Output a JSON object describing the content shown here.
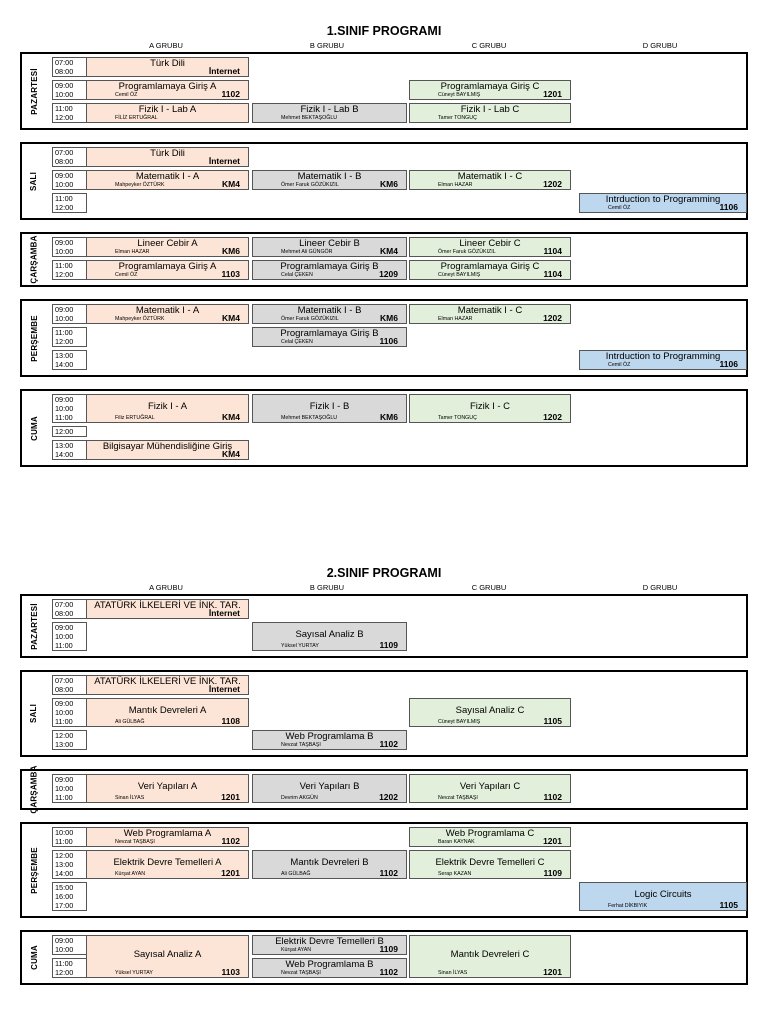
{
  "programs": [
    {
      "title": "1.SINIF PROGRAMI",
      "groups": [
        "A GRUBU",
        "B GRUBU",
        "C GRUBU",
        "D GRUBU"
      ],
      "days": [
        {
          "name": "PAZARTESİ",
          "slots": [
            [
              "07:00",
              "08:00"
            ],
            [
              "09:00",
              "10:00"
            ],
            [
              "11:00",
              "12:00"
            ]
          ],
          "courses": [
            {
              "group": 0,
              "start": 0,
              "span": 1,
              "name": "Türk Dili",
              "instructor": "",
              "room": "İnternet"
            },
            {
              "group": 0,
              "start": 1,
              "span": 1,
              "name": "Programlamaya Giriş A",
              "instructor": "Cemil ÖZ",
              "room": "1102"
            },
            {
              "group": 0,
              "start": 2,
              "span": 1,
              "name": "Fizik I - Lab A",
              "instructor": "FİLİZ ERTUĞRAL",
              "room": ""
            },
            {
              "group": 1,
              "start": 2,
              "span": 1,
              "name": "Fizik I - Lab B",
              "instructor": "Mehmet BEKTAŞOĞLU",
              "room": ""
            },
            {
              "group": 2,
              "start": 1,
              "span": 1,
              "name": "Programlamaya Giriş C",
              "instructor": "Cüneyt BAYILMIŞ",
              "room": "1201"
            },
            {
              "group": 2,
              "start": 2,
              "span": 1,
              "name": "Fizik I - Lab C",
              "instructor": "Tamer TONGUÇ",
              "room": ""
            }
          ]
        },
        {
          "name": "SALI",
          "slots": [
            [
              "07:00",
              "08:00"
            ],
            [
              "09:00",
              "10:00"
            ],
            [
              "11:00",
              "12:00"
            ]
          ],
          "courses": [
            {
              "group": 0,
              "start": 0,
              "span": 1,
              "name": "Türk Dili",
              "instructor": "",
              "room": "İnternet"
            },
            {
              "group": 0,
              "start": 1,
              "span": 1,
              "name": "Matematik I - A",
              "instructor": "Mahpeyker ÖZTÜRK",
              "room": "KM4"
            },
            {
              "group": 1,
              "start": 1,
              "span": 1,
              "name": "Matematik I - B",
              "instructor": "Ömer Faruk GÖZÜKIZIL",
              "room": "KM6"
            },
            {
              "group": 2,
              "start": 1,
              "span": 1,
              "name": "Matematik I - C",
              "instructor": "Elman HAZAR",
              "room": "1202"
            },
            {
              "group": 3,
              "start": 2,
              "span": 1,
              "name": "Intrduction  to Programming",
              "instructor": "Cemil ÖZ",
              "room": "1106"
            }
          ]
        },
        {
          "name": "ÇARŞAMBA",
          "slots": [
            [
              "09:00",
              "10:00"
            ],
            [
              "11:00",
              "12:00"
            ]
          ],
          "courses": [
            {
              "group": 0,
              "start": 0,
              "span": 1,
              "name": "Lineer Cebir A",
              "instructor": "Elman HAZAR",
              "room": "KM6"
            },
            {
              "group": 0,
              "start": 1,
              "span": 1,
              "name": "Programlamaya Giriş A",
              "instructor": "Cemil ÖZ",
              "room": "1103"
            },
            {
              "group": 1,
              "start": 0,
              "span": 1,
              "name": "Lineer Cebir B",
              "instructor": "Mehmet Ali GÜNGÖR",
              "room": "KM4"
            },
            {
              "group": 1,
              "start": 1,
              "span": 1,
              "name": "Programlamaya Giriş B",
              "instructor": "Celal ÇEKEN",
              "room": "1209"
            },
            {
              "group": 2,
              "start": 0,
              "span": 1,
              "name": "Lineer Cebir C",
              "instructor": "Ömer Faruk GÖZÜKIZIL",
              "room": "1104"
            },
            {
              "group": 2,
              "start": 1,
              "span": 1,
              "name": "Programlamaya Giriş C",
              "instructor": "Cüneyt BAYILMIŞ",
              "room": "1104"
            }
          ]
        },
        {
          "name": "PERŞEMBE",
          "slots": [
            [
              "09:00",
              "10:00"
            ],
            [
              "11:00",
              "12:00"
            ],
            [
              "13:00",
              "14:00"
            ]
          ],
          "courses": [
            {
              "group": 0,
              "start": 0,
              "span": 1,
              "name": "Matematik I - A",
              "instructor": "Mahpeyker ÖZTÜRK",
              "room": "KM4"
            },
            {
              "group": 1,
              "start": 0,
              "span": 1,
              "name": "Matematik I - B",
              "instructor": "Ömer Faruk GÖZÜKIZIL",
              "room": "KM6"
            },
            {
              "group": 1,
              "start": 1,
              "span": 1,
              "name": "Programlamaya Giriş B",
              "instructor": "Celal ÇEKEN",
              "room": "1106"
            },
            {
              "group": 2,
              "start": 0,
              "span": 1,
              "name": "Matematik I - C",
              "instructor": "Elman HAZAR",
              "room": "1202"
            },
            {
              "group": 3,
              "start": 2,
              "span": 1,
              "name": "Intrduction  to Programming",
              "instructor": "Cemil ÖZ",
              "room": "1106"
            }
          ]
        },
        {
          "name": "CUMA",
          "slots": [
            [
              "09:00",
              "10:00",
              "11:00"
            ],
            [
              "12:00"
            ],
            [
              "13:00",
              "14:00"
            ]
          ],
          "courses": [
            {
              "group": 0,
              "start": 0,
              "span": 1,
              "name": "Fizik I - A",
              "instructor": "Filiz ERTUĞRAL",
              "room": "KM4"
            },
            {
              "group": 1,
              "start": 0,
              "span": 1,
              "name": "Fizik I - B",
              "instructor": "Mehmet BEKTAŞOĞLU",
              "room": "KM6"
            },
            {
              "group": 2,
              "start": 0,
              "span": 1,
              "name": "Fizik I - C",
              "instructor": "Tamer TONGUÇ",
              "room": "1202"
            },
            {
              "group": 0,
              "start": 2,
              "span": 1,
              "name": "Bilgisayar Mühendisliğine Giriş",
              "instructor": "",
              "room": "KM4"
            }
          ]
        }
      ]
    },
    {
      "title": "2.SINIF PROGRAMI",
      "groups": [
        "A GRUBU",
        "B GRUBU",
        "C GRUBU",
        "D GRUBU"
      ],
      "days": [
        {
          "name": "PAZARTESİ",
          "slots": [
            [
              "07:00",
              "08:00"
            ],
            [
              "09:00",
              "10:00",
              "11:00"
            ]
          ],
          "courses": [
            {
              "group": 0,
              "start": 0,
              "span": 1,
              "name": "ATATÜRK İLKELERİ VE İNK. TAR.",
              "instructor": "",
              "room": "İnternet"
            },
            {
              "group": 1,
              "start": 1,
              "span": 1,
              "name": "Sayısal Analiz B",
              "instructor": "Yüksel YURTAY",
              "room": "1109"
            }
          ]
        },
        {
          "name": "SALI",
          "slots": [
            [
              "07:00",
              "08:00"
            ],
            [
              "09:00",
              "10:00",
              "11:00"
            ],
            [
              "12:00",
              "13:00"
            ]
          ],
          "courses": [
            {
              "group": 0,
              "start": 0,
              "span": 1,
              "name": "ATATÜRK İLKELERİ VE İNK. TAR.",
              "instructor": "",
              "room": "İnternet"
            },
            {
              "group": 0,
              "start": 1,
              "span": 1,
              "name": "Mantık Devreleri A",
              "instructor": "Ali GÜLBAĞ",
              "room": "1108"
            },
            {
              "group": 1,
              "start": 2,
              "span": 1,
              "name": "Web Programlama B",
              "instructor": "Nevzat TAŞBAŞI",
              "room": "1102"
            },
            {
              "group": 2,
              "start": 1,
              "span": 1,
              "name": "Sayısal Analiz C",
              "instructor": "Cüneyt BAYILMIŞ",
              "room": "1105"
            }
          ]
        },
        {
          "name": "ÇARŞAMBA",
          "slots": [
            [
              "09:00",
              "10:00",
              "11:00"
            ]
          ],
          "courses": [
            {
              "group": 0,
              "start": 0,
              "span": 1,
              "name": "Veri Yapıları A",
              "instructor": "Sinan İLYAS",
              "room": "1201"
            },
            {
              "group": 1,
              "start": 0,
              "span": 1,
              "name": "Veri Yapıları B",
              "instructor": "Devrim AKGÜN",
              "room": "1202"
            },
            {
              "group": 2,
              "start": 0,
              "span": 1,
              "name": "Veri Yapıları C",
              "instructor": "Nevzat TAŞBAŞI",
              "room": "1102"
            }
          ]
        },
        {
          "name": "PERŞEMBE",
          "slots": [
            [
              "10:00",
              "11:00"
            ],
            [
              "12:00",
              "13:00",
              "14:00"
            ],
            [
              "15:00",
              "16:00",
              "17:00"
            ]
          ],
          "courses": [
            {
              "group": 0,
              "start": 0,
              "span": 1,
              "name": "Web Programlama A",
              "instructor": "Nevzat TAŞBAŞI",
              "room": "1102"
            },
            {
              "group": 0,
              "start": 1,
              "span": 1,
              "name": "Elektrik Devre Temelleri A",
              "instructor": "Kürşat AYAN",
              "room": "1201"
            },
            {
              "group": 1,
              "start": 1,
              "span": 1,
              "name": "Mantık Devreleri B",
              "instructor": "Ali GÜLBAĞ",
              "room": "1102"
            },
            {
              "group": 2,
              "start": 0,
              "span": 1,
              "name": "Web Programlama C",
              "instructor": "Baran KAYNAK",
              "room": "1201"
            },
            {
              "group": 2,
              "start": 1,
              "span": 1,
              "name": "Elektrik Devre Temelleri C",
              "instructor": "Serap KAZAN",
              "room": "1109"
            },
            {
              "group": 3,
              "start": 2,
              "span": 1,
              "name": "Logic Circuits",
              "instructor": "Ferhat DİKBIYIK",
              "room": "1105"
            }
          ]
        },
        {
          "name": "CUMA",
          "slots": [
            [
              "09:00",
              "10:00"
            ],
            [
              "11:00",
              "12:00"
            ]
          ],
          "courses": [
            {
              "group": 0,
              "start": 0,
              "span": 2,
              "name": "Sayısal Analiz A",
              "instructor": "Yüksel YURTAY",
              "room": "1103"
            },
            {
              "group": 1,
              "start": 0,
              "span": 1,
              "name": "Elektrik Devre Temelleri B",
              "instructor": "Kürşat AYAN",
              "room": "1109"
            },
            {
              "group": 1,
              "start": 1,
              "span": 1,
              "name": "Web Programlama B",
              "instructor": "Nevzat TAŞBAŞI",
              "room": "1102"
            },
            {
              "group": 2,
              "start": 0,
              "span": 2,
              "name": "Mantık Devreleri C",
              "instructor": "Sinan İLYAS",
              "room": "1201"
            }
          ]
        }
      ]
    }
  ]
}
